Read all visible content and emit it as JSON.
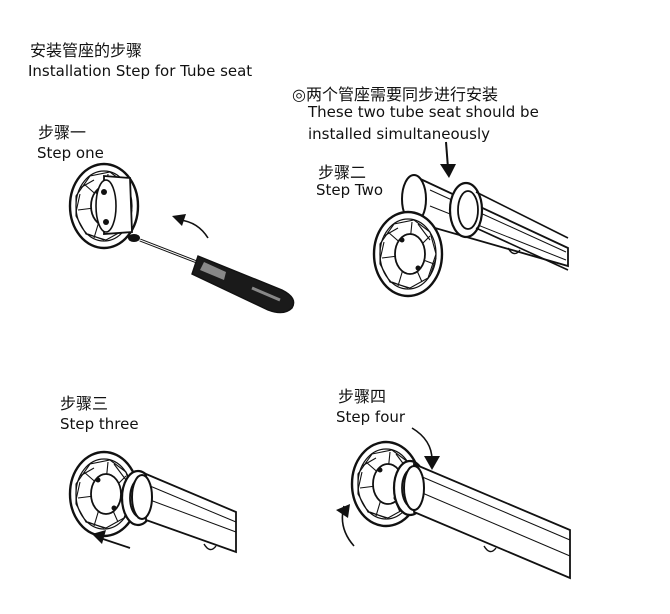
{
  "header": {
    "title_zh": "安装管座的步骤",
    "title_en": "Installation Step for Tube seat"
  },
  "note": {
    "zh": "◎两个管座需要同步进行安装",
    "en_line1": "These two tube seat should be",
    "en_line2": "installed simultaneously"
  },
  "steps": [
    {
      "label_zh": "步骤一",
      "label_en": "Step one"
    },
    {
      "label_zh": "步骤二",
      "label_en": "Step Two"
    },
    {
      "label_zh": "步骤三",
      "label_en": "Step three"
    },
    {
      "label_zh": "步骤四",
      "label_en": "Step four"
    }
  ]
}
